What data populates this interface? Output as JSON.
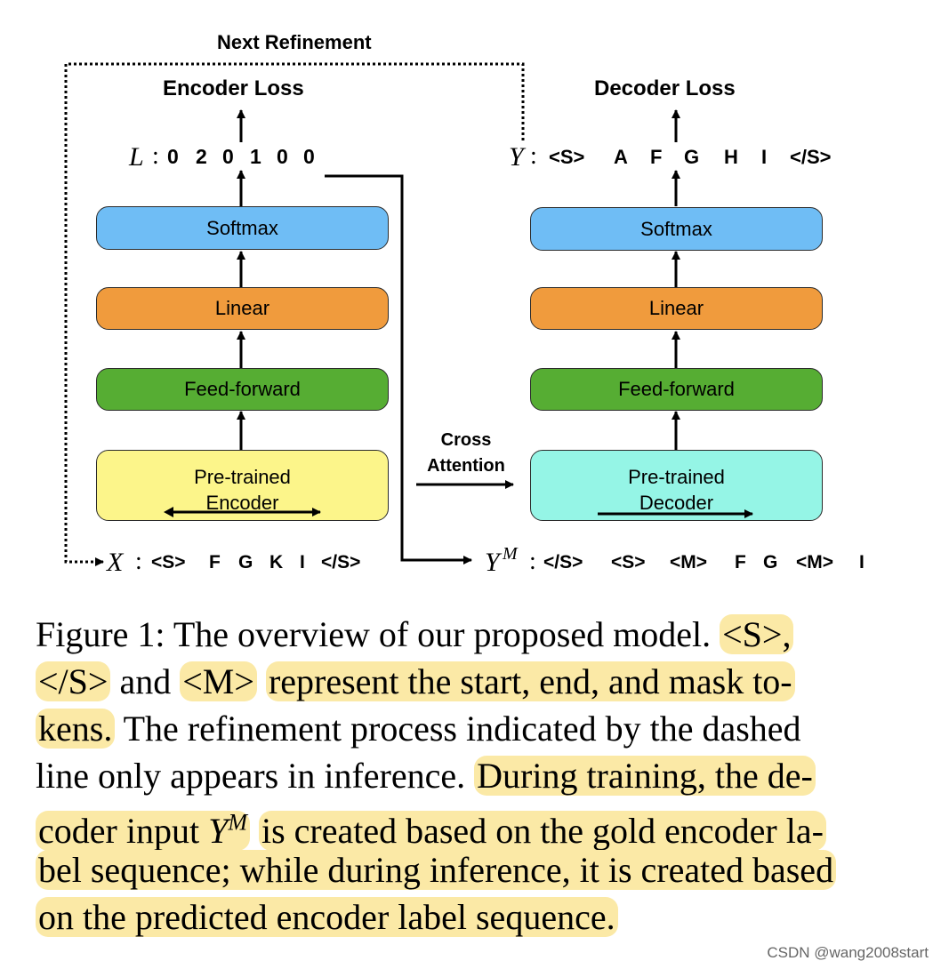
{
  "diagram": {
    "next_refinement": "Next Refinement",
    "encoder_loss": "Encoder Loss",
    "decoder_loss": "Decoder Loss",
    "cross_attention": "Cross\nAttention",
    "encoder_stack": {
      "softmax": "Softmax",
      "linear": "Linear",
      "feed_forward": "Feed-forward",
      "pretrained_line1": "Pre-trained",
      "pretrained_line2": "Encoder"
    },
    "decoder_stack": {
      "softmax": "Softmax",
      "linear": "Linear",
      "feed_forward": "Feed-forward",
      "pretrained_line1": "Pre-trained",
      "pretrained_line2": "Decoder"
    },
    "L_row": {
      "symbol": "L",
      "sep": ":",
      "tokens": [
        "0",
        "2",
        "0",
        "1",
        "0",
        "0"
      ]
    },
    "Y_row": {
      "symbol": "Y",
      "sep": ":",
      "tokens": [
        "<S>",
        "A",
        "F",
        "G",
        "H",
        "I",
        "</S>"
      ]
    },
    "X_row": {
      "symbol": "X",
      "sep": ":",
      "tokens": [
        "<S>",
        "F",
        "G",
        "K",
        "I",
        "</S>"
      ]
    },
    "YM_row": {
      "symbol": "Y",
      "superscript": "M",
      "sep": ":",
      "tokens": [
        "</S>",
        "<S>",
        "<M>",
        "F",
        "G",
        "<M>",
        "I"
      ]
    }
  },
  "caption": {
    "line1_a": "Figure 1: The overview of our proposed model.",
    "line1_hl": "<S>,",
    "line2_hl1": "</S>",
    "line2_b": "and",
    "line2_hl2": "<M>",
    "line2_hl3": "represent the start, end, and mask to-",
    "line3_hl": "kens.",
    "line3_b": "The refinement process indicated by the dashed",
    "line4_a": "line only appears in inference.",
    "line4_hl": "During training, the de-",
    "line5_a": "coder input",
    "line5_sym": "Y",
    "line5_sup": "M",
    "line5_b": "is created based on the gold encoder la-",
    "line6": "bel sequence; while during inference, it is created based",
    "line7": "on the predicted encoder label sequence."
  },
  "watermark": "CSDN @wang2008start",
  "colors": {
    "softmax": "#6fbdf5",
    "linear": "#f09b3d",
    "feed_forward": "#56ad33",
    "encoder": "#fcf58a",
    "decoder": "#95f5e6",
    "highlight": "#fbe9a6"
  }
}
